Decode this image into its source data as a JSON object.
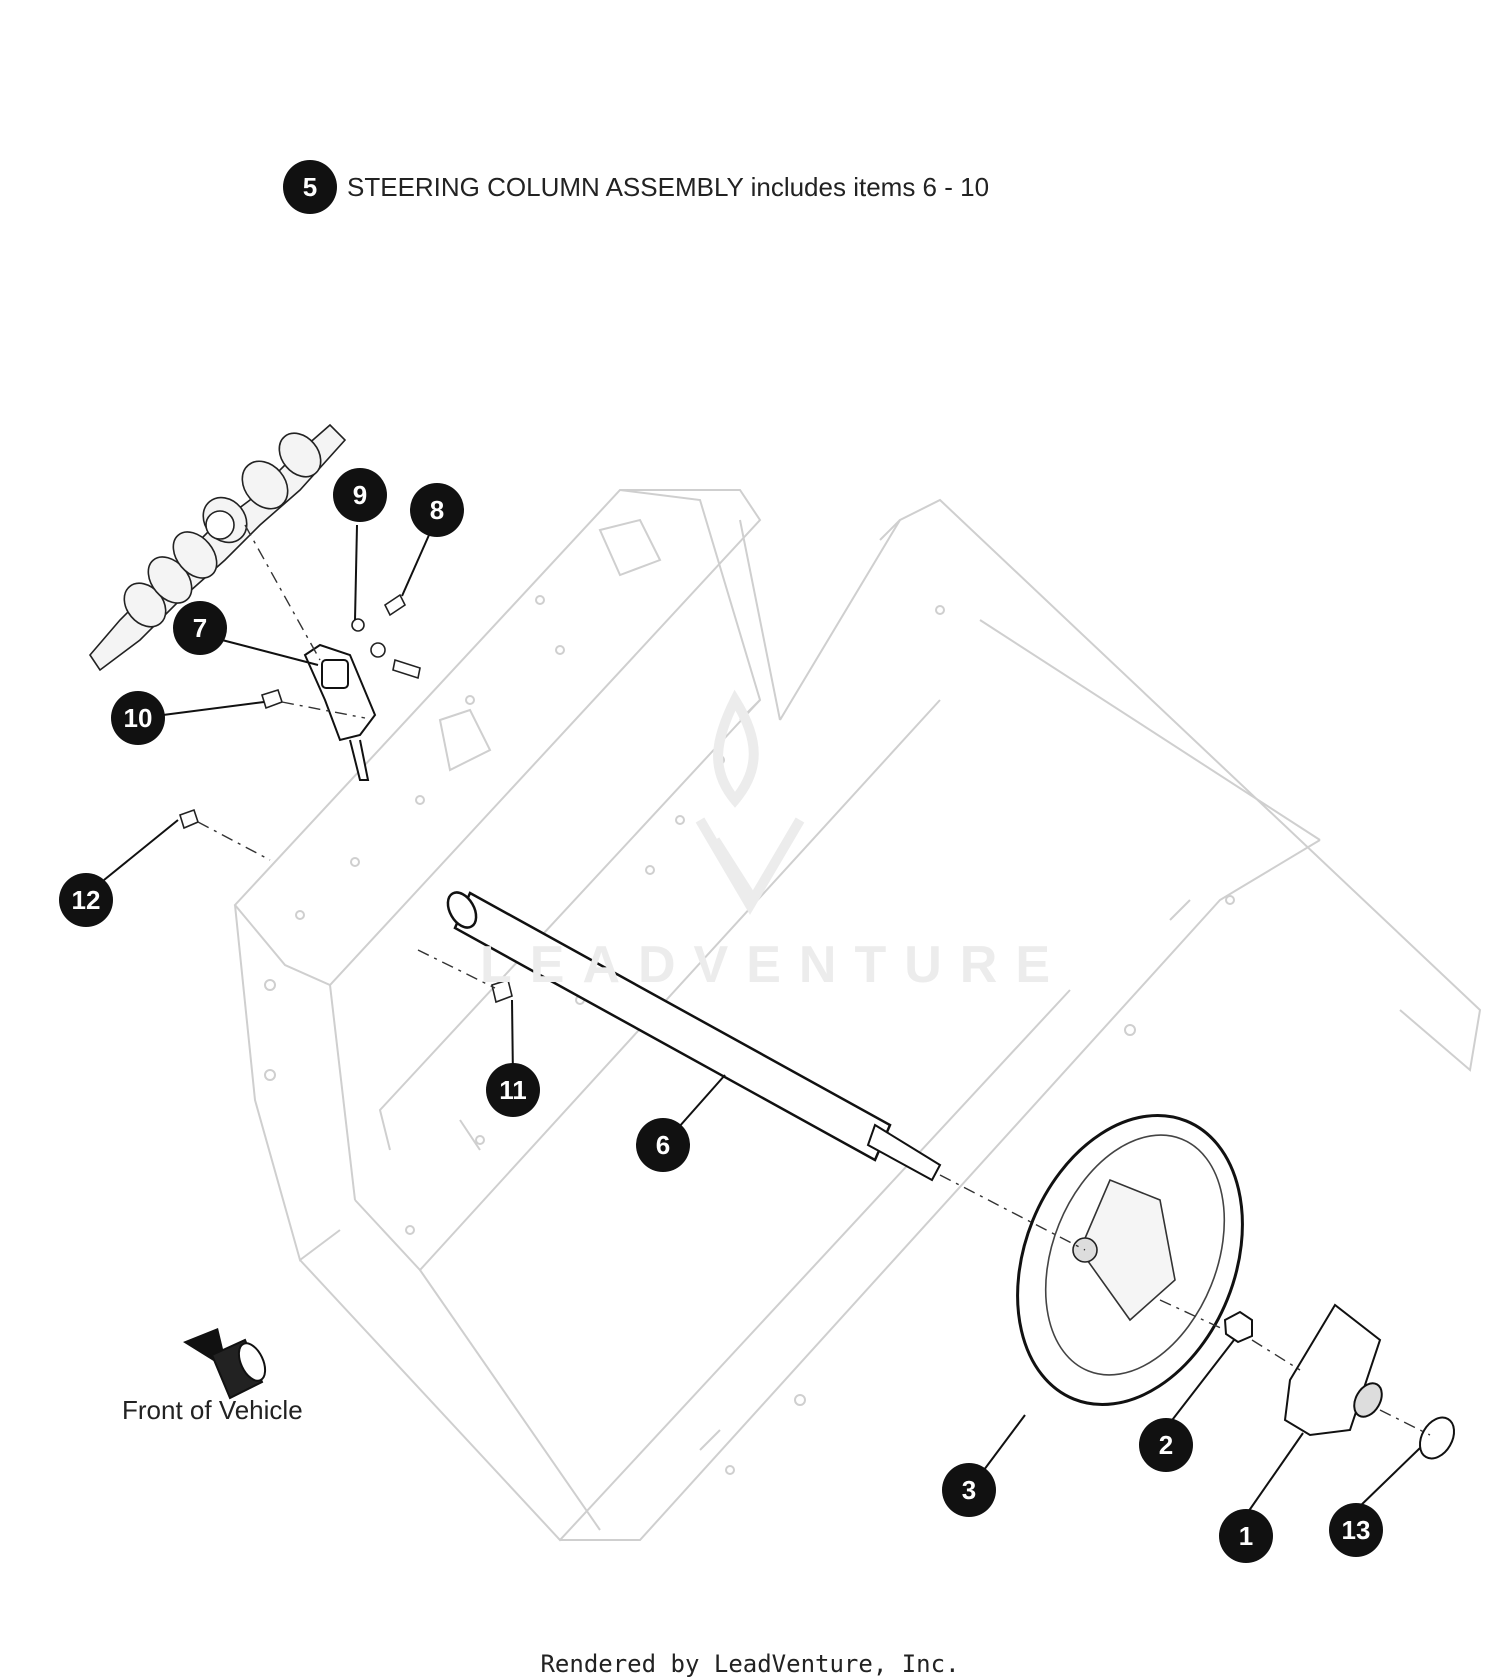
{
  "header": {
    "callout": "5",
    "text": "STEERING COLUMN ASSEMBLY includes items 6 - 10"
  },
  "callouts": [
    "1",
    "2",
    "3",
    "6",
    "7",
    "8",
    "9",
    "10",
    "11",
    "12",
    "13"
  ],
  "direction_label": "Front of Vehicle",
  "watermark": "LEADVENTURE",
  "footer": "Rendered by LeadVenture, Inc.",
  "icons": [
    "direction-arrow-icon",
    "leadventure-logo-icon"
  ]
}
